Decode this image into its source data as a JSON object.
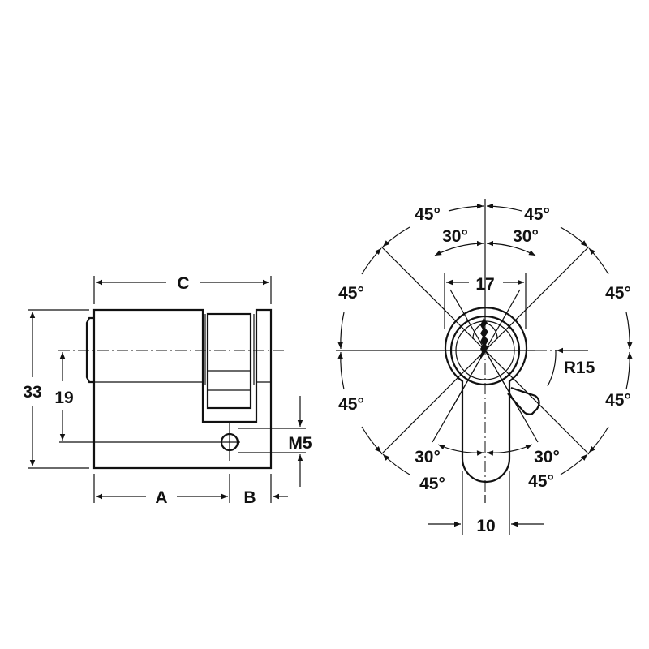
{
  "side_view": {
    "dim_c": "C",
    "dim_a": "A",
    "dim_b": "B",
    "dim_33": "33",
    "dim_19": "19",
    "dim_m5": "M5"
  },
  "front_view": {
    "angle_45": "45°",
    "angle_30": "30°",
    "dim_17": "17",
    "dim_10": "10",
    "radius": "R15"
  }
}
